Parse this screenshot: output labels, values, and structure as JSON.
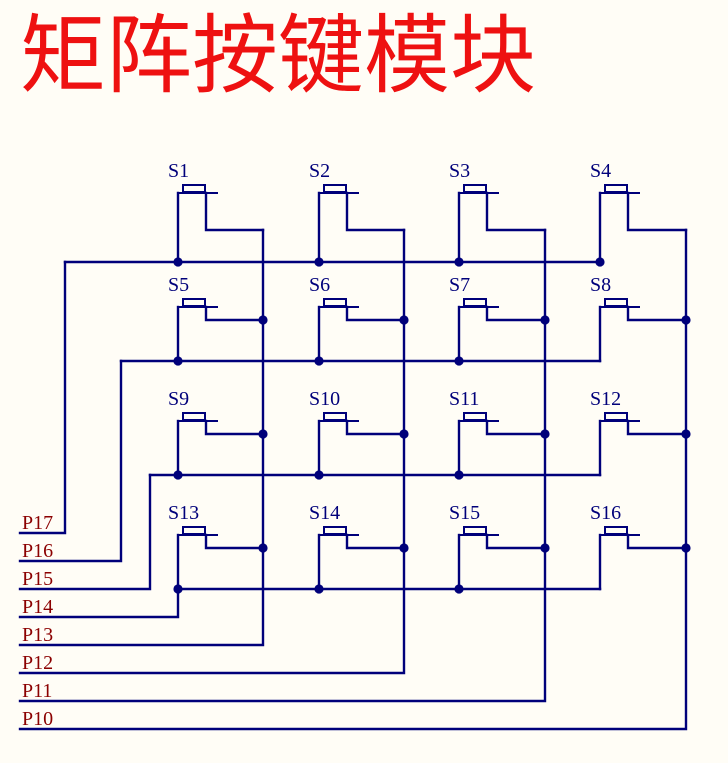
{
  "title": "矩阵按键模块",
  "colors": {
    "title": "#ee1111",
    "wire": "#00007a",
    "switch_label": "#00007a",
    "port_label": "#8b0000",
    "background": "#fffdf6"
  },
  "switches": [
    "S1",
    "S2",
    "S3",
    "S4",
    "S5",
    "S6",
    "S7",
    "S8",
    "S9",
    "S10",
    "S11",
    "S12",
    "S13",
    "S14",
    "S15",
    "S16"
  ],
  "ports": [
    "P17",
    "P16",
    "P15",
    "P14",
    "P13",
    "P12",
    "P11",
    "P10"
  ]
}
